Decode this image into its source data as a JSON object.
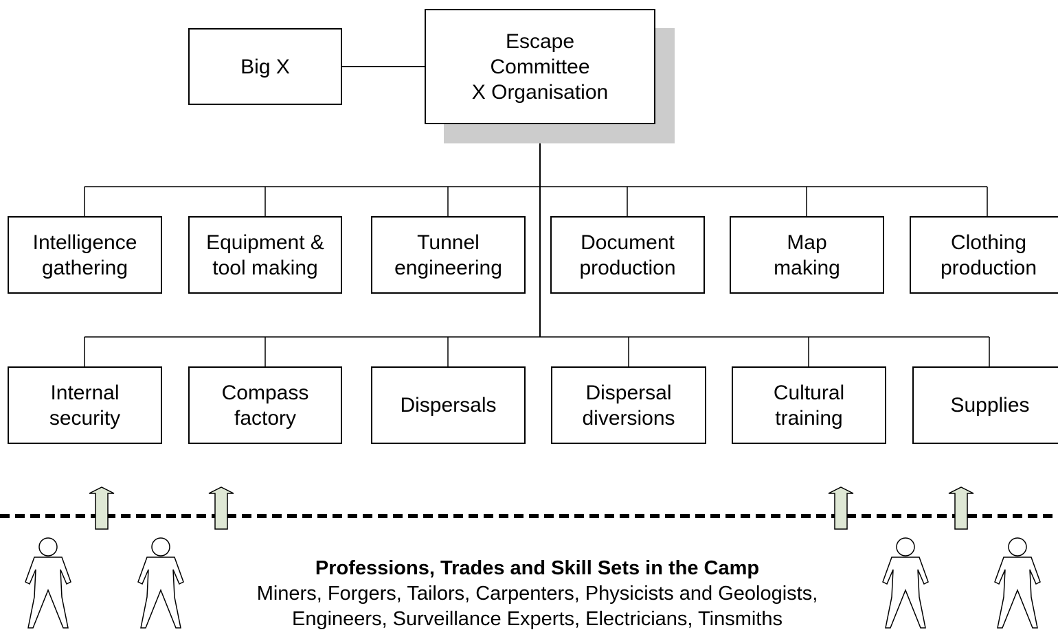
{
  "header": {
    "leader": "Big X",
    "committee": "Escape\nCommittee\nX Organisation"
  },
  "departments_row1": [
    "Intelligence\ngathering",
    "Equipment &\ntool making",
    "Tunnel\nengineering",
    "Document\nproduction",
    "Map\nmaking",
    "Clothing\nproduction"
  ],
  "departments_row2": [
    "Internal\nsecurity",
    "Compass\nfactory",
    "Dispersals",
    "Dispersal\ndiversions",
    "Cultural\ntraining",
    "Supplies"
  ],
  "footer": {
    "title": "Professions, Trades and Skill Sets in the Camp",
    "line1": "Miners, Forgers, Tailors, Carpenters, Physicists and Geologists,",
    "line2": "Engineers, Surveillance Experts, Electricians, Tinsmiths"
  },
  "icons": {
    "person": "person-icon",
    "arrow": "up-arrow-icon"
  },
  "colors": {
    "shadow": "#cccccc",
    "arrow_fill": "#dfe8d5",
    "line": "#000000"
  }
}
